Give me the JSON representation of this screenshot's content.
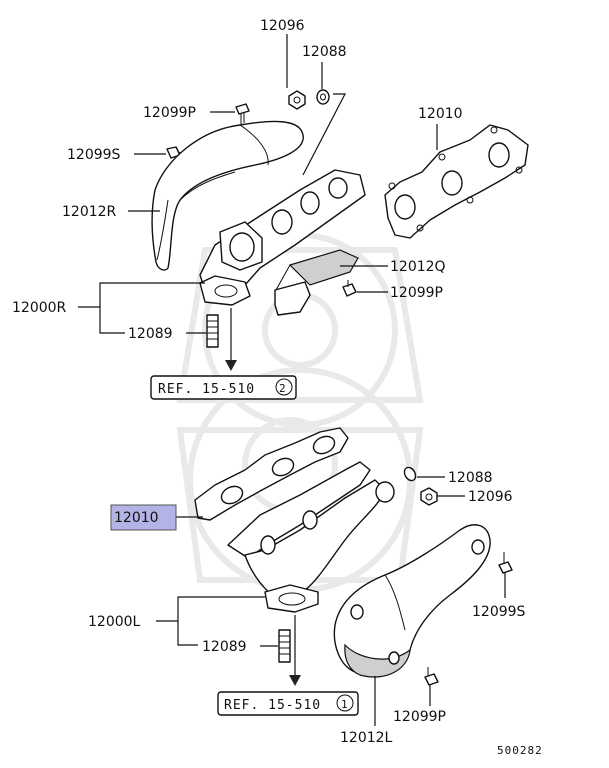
{
  "figure_id": "500282",
  "labels": {
    "l12096_top": "12096",
    "l12088_top": "12088",
    "l12099p_top": "12099P",
    "l12010_top": "12010",
    "l12099s_top": "12099S",
    "l12012r": "12012R",
    "l12012q": "12012Q",
    "l12099p_mid": "12099P",
    "l12000r": "12000R",
    "l12089_top": "12089",
    "l12088_bot": "12088",
    "l12096_bot": "12096",
    "l12010_bot": "12010",
    "l12099s_bot": "12099S",
    "l12000l": "12000L",
    "l12089_bot": "12089",
    "l12099p_bot": "12099P",
    "l12012l": "12012L"
  },
  "refs": {
    "ref_top_text": "REF. 15-510",
    "ref_top_num": "2",
    "ref_bot_text": "REF. 15-510",
    "ref_bot_num": "1"
  },
  "highlight_color": "#b3b3e6"
}
